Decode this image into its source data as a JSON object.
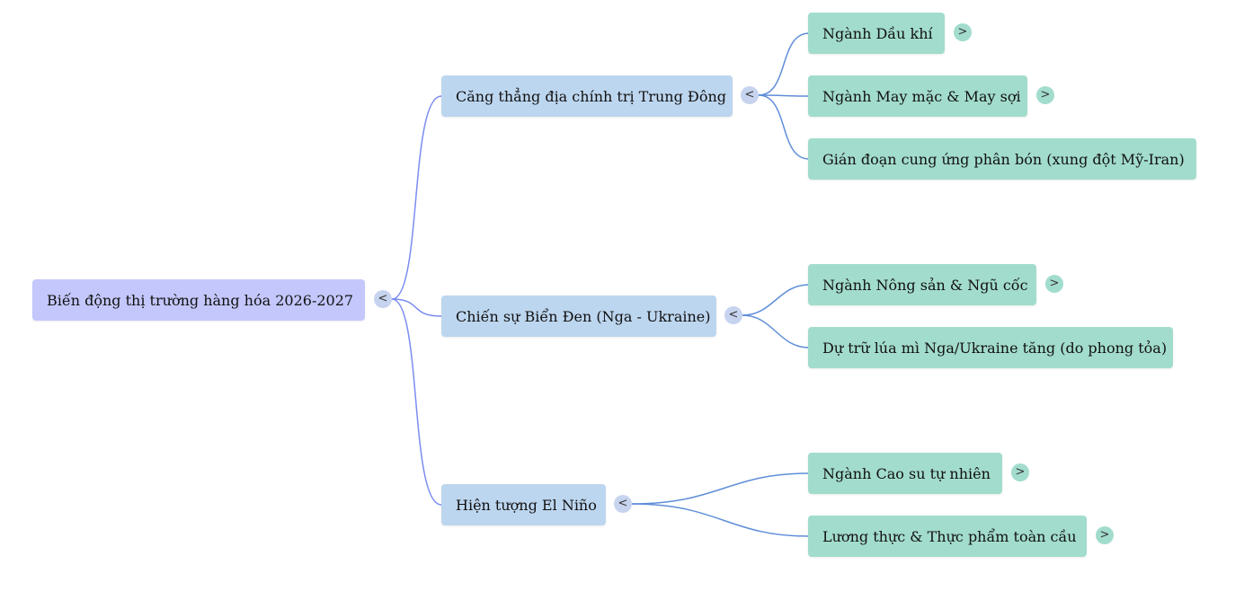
{
  "mindmap": {
    "root": {
      "label": "Biến động thị trường hàng hóa 2026-2027",
      "toggle": "<",
      "branches": [
        {
          "label": "Căng thẳng địa chính trị Trung Đông",
          "toggle": "<",
          "children": [
            {
              "label": "Ngành Dầu khí",
              "toggle": ">"
            },
            {
              "label": "Ngành May mặc & May sợi",
              "toggle": ">"
            },
            {
              "label": "Gián đoạn cung ứng phân bón (xung đột Mỹ-Iran)",
              "toggle": ""
            }
          ]
        },
        {
          "label": "Chiến sự Biển Đen (Nga - Ukraine)",
          "toggle": "<",
          "children": [
            {
              "label": "Ngành Nông sản & Ngũ cốc",
              "toggle": ">"
            },
            {
              "label": "Dự trữ lúa mì Nga/Ukraine tăng (do phong tỏa)",
              "toggle": ""
            }
          ]
        },
        {
          "label": "Hiện tượng El Niño",
          "toggle": "<",
          "children": [
            {
              "label": "Ngành Cao su tự nhiên",
              "toggle": ">"
            },
            {
              "label": "Lương thực & Thực phẩm toàn cầu",
              "toggle": ">"
            }
          ]
        }
      ]
    },
    "colors": {
      "root_fill": "#c3c7fb",
      "branch_fill": "#bdd6ef",
      "leaf_fill": "#a2dccd",
      "root_links": "#7b8cf0",
      "branch_links": "#5f8ed8"
    }
  }
}
